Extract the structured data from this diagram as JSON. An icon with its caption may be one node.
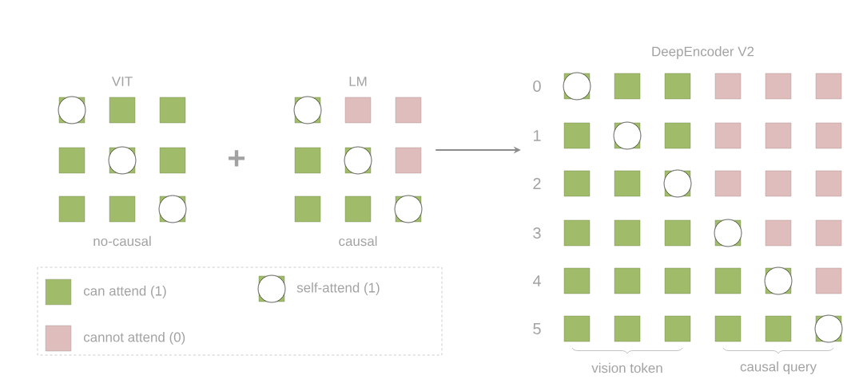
{
  "diagram": {
    "nodes": [
      {
        "text": [
          "VIT",
          "no-causal"
        ]
      },
      {
        "text": [
          "LM",
          "causal"
        ]
      },
      {
        "text": [
          "DeepEncoder V2"
        ]
      }
    ],
    "edges": [
      {
        "from": 1,
        "to": 2,
        "arrow": "to"
      }
    ],
    "labels": [
      "+",
      "0",
      "1",
      "2",
      "3",
      "4",
      "5",
      "vision token",
      "causal query"
    ],
    "legend": [
      {
        "text": "can attend (1)",
        "color": "#a0bb6a"
      },
      {
        "text": "self-attend (1)"
      },
      {
        "text": "cannot attend (0)",
        "color": "#dfbdbc"
      }
    ]
  }
}
